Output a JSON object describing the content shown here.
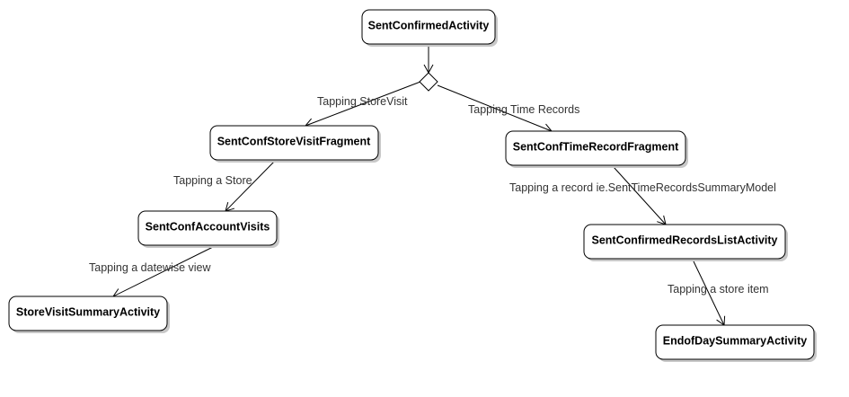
{
  "diagram": {
    "nodes": {
      "sent_confirmed_activity": "SentConfirmedActivity",
      "sent_conf_store_visit_fragment": "SentConfStoreVisitFragment",
      "sent_conf_time_record_fragment": "SentConfTimeRecordFragment",
      "sent_conf_account_visits": "SentConfAccountVisits",
      "sent_confirmed_records_list_activity": "SentConfirmedRecordsListActivity",
      "store_visit_summary_activity": "StoreVisitSummaryActivity",
      "endof_day_summary_activity": "EndofDaySummaryActivity"
    },
    "edges": {
      "tapping_store_visit": "Tapping StoreVisit",
      "tapping_time_records": "Tapping Time Records",
      "tapping_a_store": "Tapping a Store",
      "tapping_a_record": "Tapping a record ie.SentTimeRecordsSummaryModel",
      "tapping_a_datewise_view": "Tapping a datewise view",
      "tapping_a_store_item": "Tapping a store item"
    },
    "colors": {
      "stroke": "#000000",
      "shadow": "#c8c8c8",
      "label_text": "#333333"
    }
  }
}
